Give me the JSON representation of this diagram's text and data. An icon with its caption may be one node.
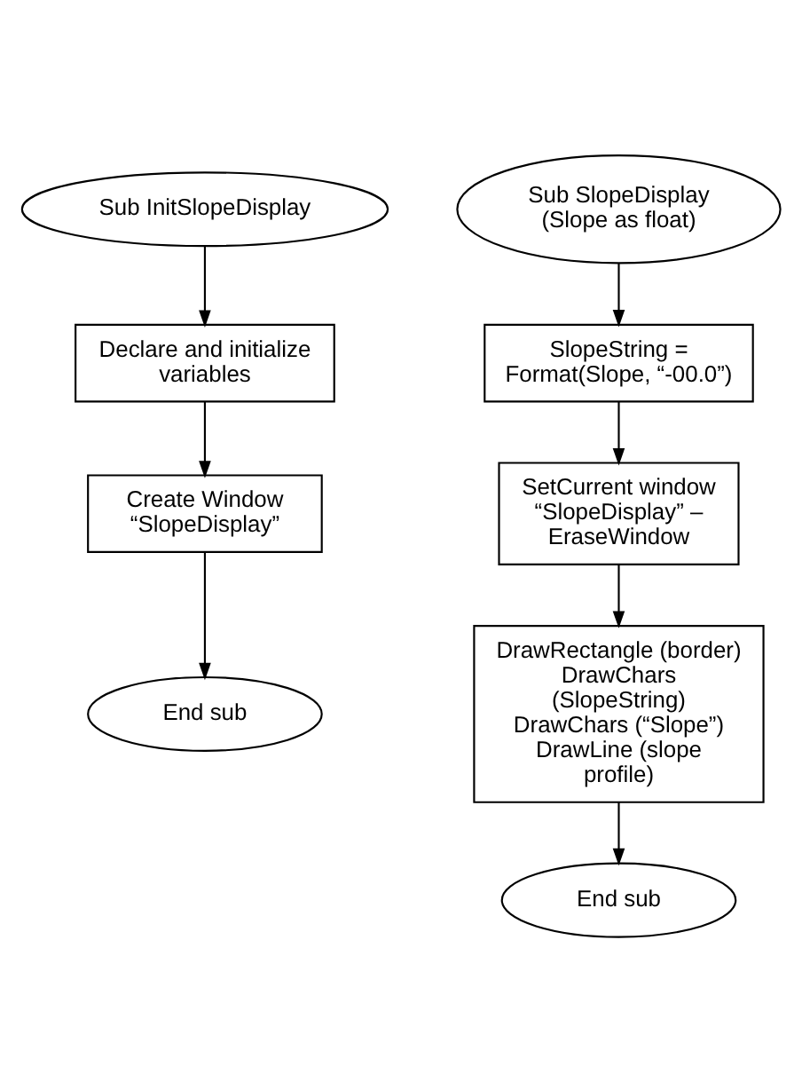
{
  "diagram": {
    "nodes": [
      {
        "text": [
          "Sub InitSlopeDisplay"
        ]
      },
      {
        "text": [
          "Declare and initialize variables"
        ]
      },
      {
        "text": [
          "Create Window “SlopeDisplay”"
        ]
      },
      {
        "text": [
          "End sub"
        ]
      },
      {
        "text": [
          "Sub SlopeDisplay (Slope as float)"
        ]
      },
      {
        "text": [
          "SlopeString = Format(Slope, “-00.0”)"
        ]
      },
      {
        "text": [
          "SetCurrent window “SlopeDisplay” – EraseWindow"
        ]
      },
      {
        "text": [
          "DrawRectangle (border)",
          "DrawChars (SlopeString)",
          "DrawChars (“Slope”)",
          "DrawLine (slope profile)"
        ]
      },
      {
        "text": [
          "End sub"
        ]
      }
    ],
    "edges": [
      {
        "from": 0,
        "to": 1,
        "arrow": "to"
      },
      {
        "from": 1,
        "to": 2,
        "arrow": "to"
      },
      {
        "from": 2,
        "to": 3,
        "arrow": "to"
      },
      {
        "from": 4,
        "to": 5,
        "arrow": "to"
      },
      {
        "from": 5,
        "to": 6,
        "arrow": "to"
      },
      {
        "from": 6,
        "to": 7,
        "arrow": "to"
      },
      {
        "from": 7,
        "to": 8,
        "arrow": "to"
      }
    ]
  }
}
